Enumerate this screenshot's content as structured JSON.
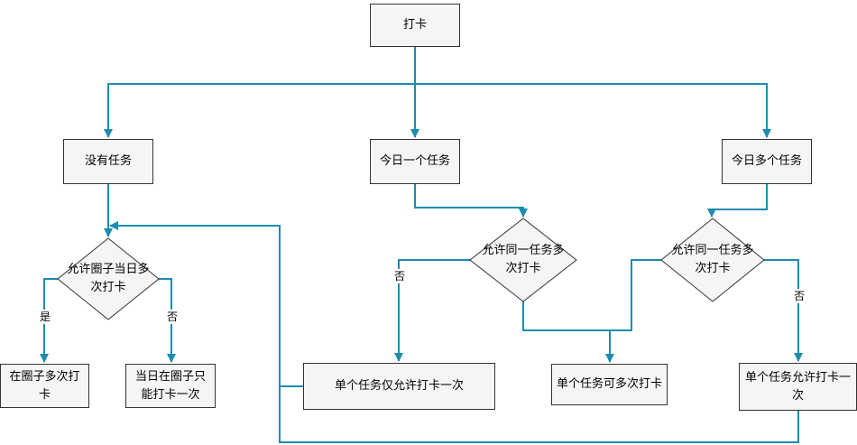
{
  "nodes": {
    "checkin": "打卡",
    "no_task": "没有任务",
    "one_task_today": "今日一个任务",
    "multi_task_today": "今日多个任务",
    "check_in_circle_multi": "在圈子多次打卡",
    "check_in_circle_once": "当日在圈子只能打卡一次",
    "single_task_once": "单个任务仅允许打卡一次",
    "single_task_multi": "单个任务可多次打卡",
    "single_task_once_2": "单个任务允许打卡一次"
  },
  "decisions": {
    "circle_multi_allowed": "允许圈子当日多次打卡",
    "same_task_multi_1": "允许同一任务多次打卡",
    "same_task_multi_2": "允许同一任务多次打卡"
  },
  "edge_labels": {
    "yes": "是",
    "no_1": "否",
    "no_2": "否",
    "no_3": "否"
  },
  "colors": {
    "connector": "#1a8cb0",
    "node_border": "#333333",
    "node_fill": "#f5f5f5"
  }
}
